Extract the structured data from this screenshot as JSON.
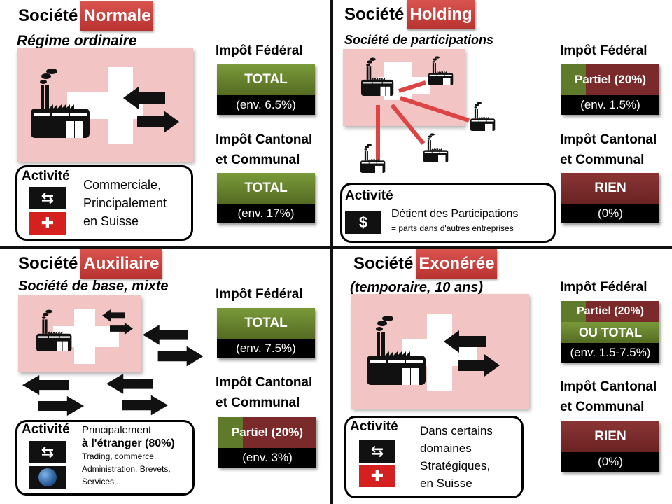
{
  "quadrants": {
    "normale": {
      "title_prefix": "Société",
      "title_badge": "Normale",
      "subtitle": "Régime ordinaire",
      "federal": {
        "label": "Impôt Fédéral",
        "value": "TOTAL",
        "rate": "(env. 6.5%)"
      },
      "cantonal": {
        "label_line1": "Impôt Cantonal",
        "label_line2": "et Communal",
        "value": "TOTAL",
        "rate": "(env. 17%)"
      },
      "activity": {
        "label": "Activité",
        "lines": [
          "Commerciale,",
          "Principalement",
          "en Suisse"
        ],
        "icons": [
          "exchange-arrows-icon",
          "swiss-flag-icon"
        ]
      }
    },
    "holding": {
      "title_prefix": "Société",
      "title_badge": "Holding",
      "subtitle": "Société de participations",
      "federal": {
        "label": "Impôt Fédéral",
        "value": "Partiel (20%)",
        "rate": "(env. 1.5%)"
      },
      "cantonal": {
        "label_line1": "Impôt Cantonal",
        "label_line2": "et Communal",
        "value": "RIEN",
        "rate": "(0%)"
      },
      "activity": {
        "label": "Activité",
        "line1": "Détient des Participations",
        "line2": "= parts dans d'autres entreprises",
        "icon_symbol": "$",
        "icons": [
          "dollar-icon"
        ]
      }
    },
    "auxiliaire": {
      "title_prefix": "Société",
      "title_badge": "Auxiliaire",
      "subtitle": "Société de base, mixte",
      "federal": {
        "label": "Impôt Fédéral",
        "value": "TOTAL",
        "rate": "(env. 7.5%)"
      },
      "cantonal": {
        "label_line1": "Impôt Cantonal",
        "label_line2": "et Communal",
        "value": "Partiel (20%)",
        "rate": "(env. 3%)"
      },
      "activity": {
        "label": "Activité",
        "line1": "Principalement",
        "line2": "à l'étranger (80%)",
        "line3": "Trading, commerce,",
        "line4": "Administration, Brevets,",
        "line5": "Services,...",
        "icons": [
          "exchange-arrows-icon",
          "globe-icon"
        ]
      }
    },
    "exoneree": {
      "title_prefix": "Société",
      "title_badge": "Exonérée",
      "subtitle": "(temporaire, 10 ans)",
      "federal": {
        "label": "Impôt Fédéral",
        "value": "Partiel (20%)",
        "value2": "OU TOTAL",
        "rate": "(env. 1.5-7.5%)"
      },
      "cantonal": {
        "label_line1": "Impôt Cantonal",
        "label_line2": "et Communal",
        "value": "RIEN",
        "rate": "(0%)"
      },
      "activity": {
        "label": "Activité",
        "lines": [
          "Dans certains",
          "domaines",
          "Stratégiques,",
          "en Suisse"
        ],
        "icons": [
          "exchange-arrows-icon",
          "swiss-flag-icon"
        ]
      }
    }
  },
  "colors": {
    "badge_red": "#c9403c",
    "tax_green": "#5f7a2a",
    "tax_red": "#7a2a2a",
    "pink_bg": "#f2c4c4"
  }
}
